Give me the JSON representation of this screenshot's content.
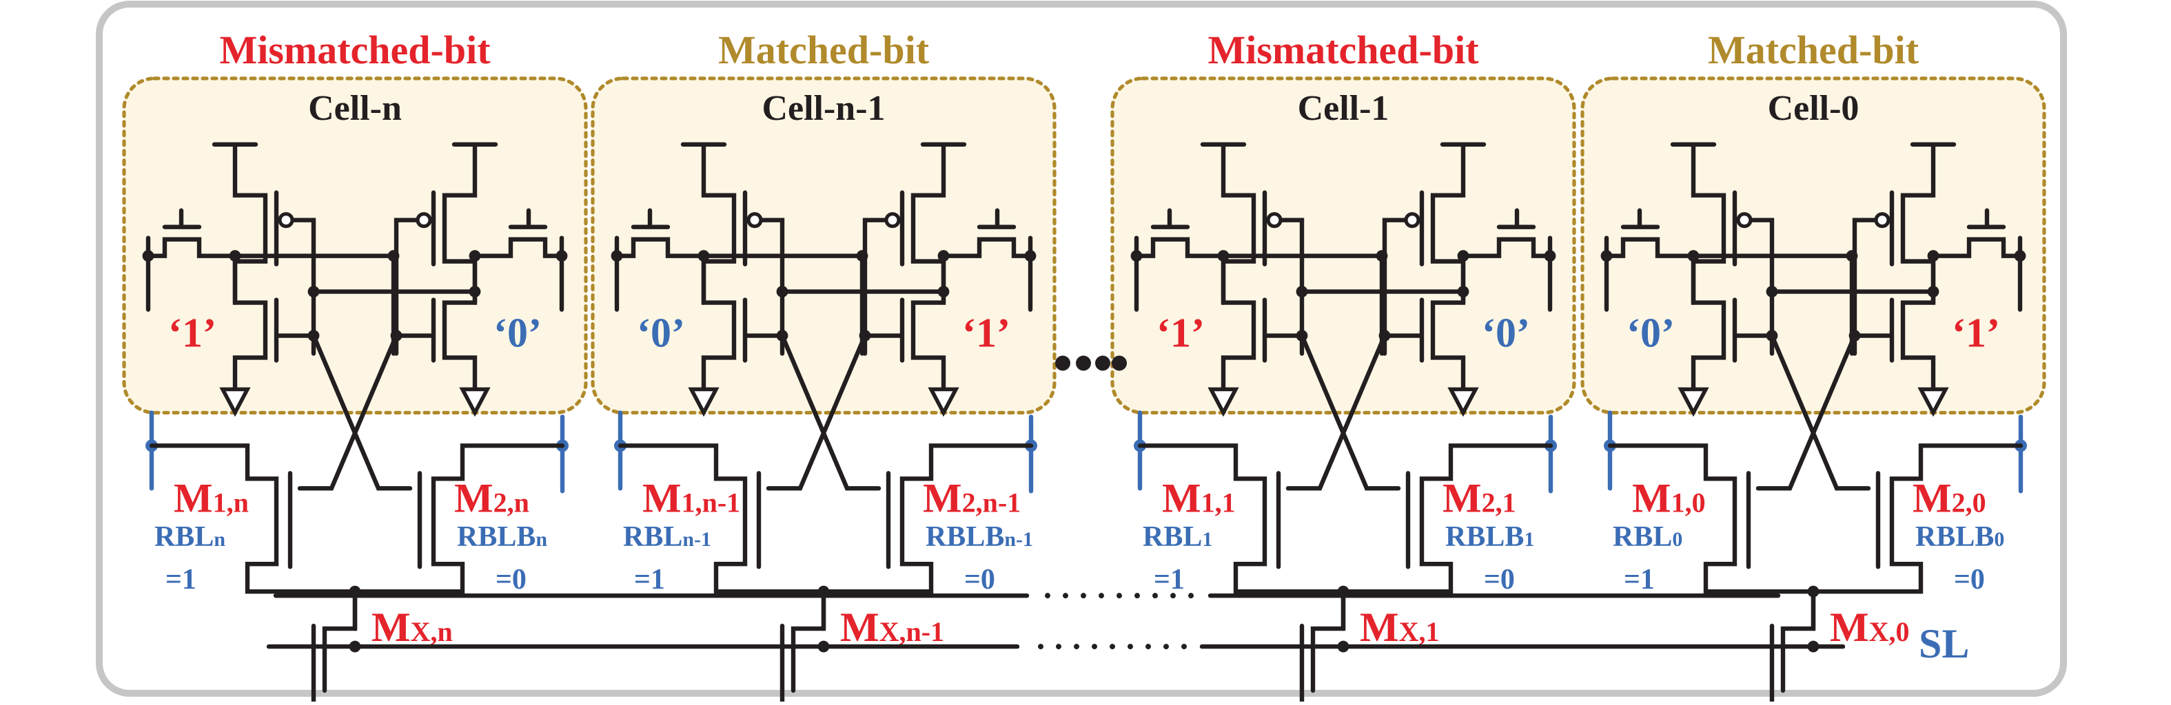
{
  "figure": {
    "search_line_label": "SL",
    "ellipsis": "....",
    "colors": {
      "mismatch": "#e4232b",
      "match": "#b08a2b",
      "bitline": "#3b6db5",
      "wire": "#231f20",
      "cell_fill": "#fdf6e4",
      "frame": "#c6c6c6"
    },
    "cells": [
      {
        "status": "Mismatched-bit",
        "status_type": "mismatch",
        "name": "Cell-n",
        "left_value": "‘1’",
        "left_value_type": "one",
        "right_value": "‘0’",
        "right_value_type": "zero",
        "m1": "M",
        "m1_sub": "1,n",
        "m2": "M",
        "m2_sub": "2,n",
        "mx": "M",
        "mx_sub": "X,n",
        "rbl": "RBL",
        "rbl_sub": "n",
        "rbl_value": "=1",
        "rblb": "RBLB",
        "rblb_sub": "n",
        "rblb_value": "=0"
      },
      {
        "status": "Matched-bit",
        "status_type": "match",
        "name": "Cell-n-1",
        "left_value": "‘0’",
        "left_value_type": "zero",
        "right_value": "‘1’",
        "right_value_type": "one",
        "m1": "M",
        "m1_sub": "1,n-1",
        "m2": "M",
        "m2_sub": "2,n-1",
        "mx": "M",
        "mx_sub": "X,n-1",
        "rbl": "RBL",
        "rbl_sub": "n-1",
        "rbl_value": "=1",
        "rblb": "RBLB",
        "rblb_sub": "n-1",
        "rblb_value": "=0"
      },
      {
        "status": "Mismatched-bit",
        "status_type": "mismatch",
        "name": "Cell-1",
        "left_value": "‘1’",
        "left_value_type": "one",
        "right_value": "‘0’",
        "right_value_type": "zero",
        "m1": "M",
        "m1_sub": "1,1",
        "m2": "M",
        "m2_sub": "2,1",
        "mx": "M",
        "mx_sub": "X,1",
        "rbl": "RBL",
        "rbl_sub": "1",
        "rbl_value": "=1",
        "rblb": "RBLB",
        "rblb_sub": "1",
        "rblb_value": "=0"
      },
      {
        "status": "Matched-bit",
        "status_type": "match",
        "name": "Cell-0",
        "left_value": "‘0’",
        "left_value_type": "zero",
        "right_value": "‘1’",
        "right_value_type": "one",
        "m1": "M",
        "m1_sub": "1,0",
        "m2": "M",
        "m2_sub": "2,0",
        "mx": "M",
        "mx_sub": "X,0",
        "rbl": "RBL",
        "rbl_sub": "0",
        "rbl_value": "=1",
        "rblb": "RBLB",
        "rblb_sub": "0",
        "rblb_value": "=0"
      }
    ]
  }
}
